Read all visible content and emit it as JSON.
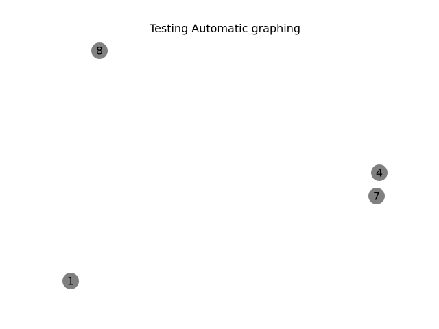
{
  "figure": {
    "title": "Testing Automatic graphing"
  },
  "graph": {
    "node_color": "#808080",
    "label_color": "#000000",
    "nodes": [
      {
        "id": "8",
        "label": "8"
      },
      {
        "id": "4",
        "label": "4"
      },
      {
        "id": "7",
        "label": "7"
      },
      {
        "id": "1",
        "label": "1"
      }
    ],
    "edges": []
  }
}
